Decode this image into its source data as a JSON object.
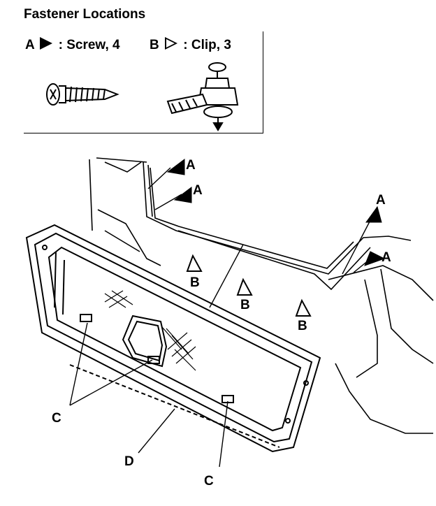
{
  "title": "Fastener Locations",
  "legend": {
    "a_letter": "A",
    "a_desc": ": Screw, 4",
    "b_letter": "B",
    "b_desc": ": Clip, 3"
  },
  "callouts": {
    "a": "A",
    "b": "B",
    "c": "C",
    "d": "D"
  }
}
